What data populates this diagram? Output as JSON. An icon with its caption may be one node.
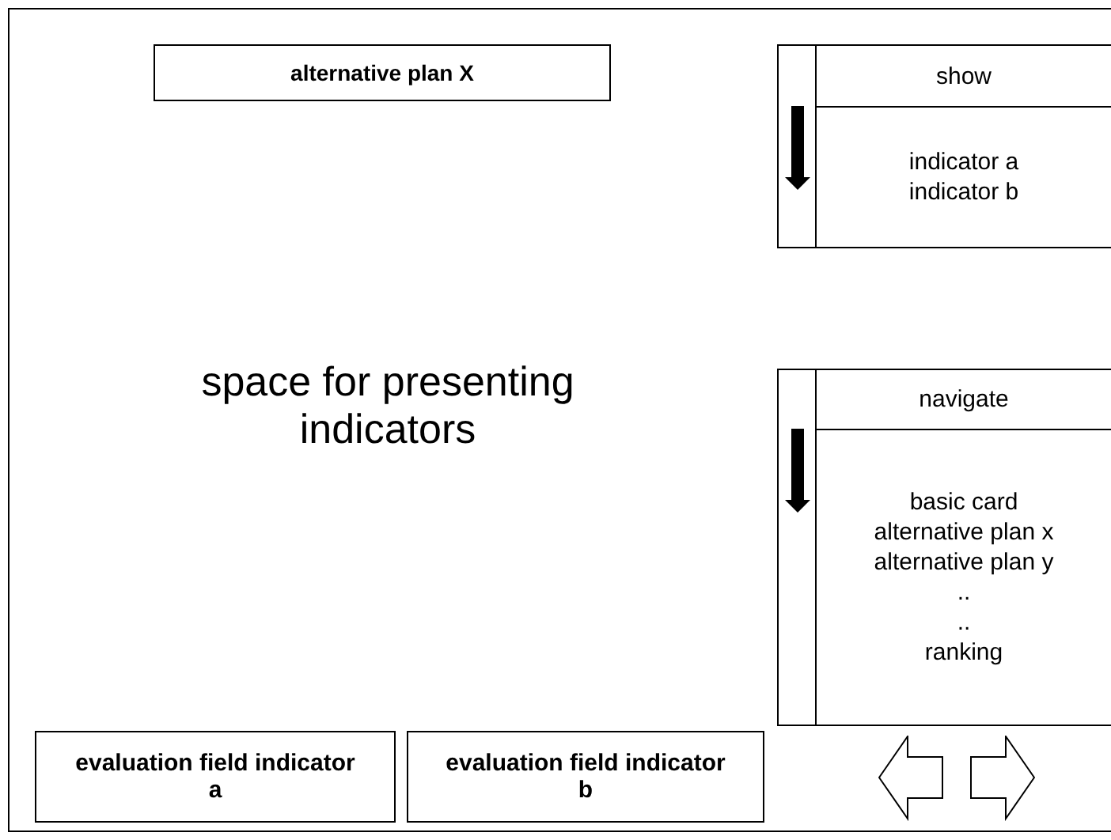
{
  "diagram": {
    "nodes": [
      {
        "text": [
          "alternative plan X"
        ]
      },
      {
        "text": [
          "show",
          "indicator a",
          "indicator b"
        ]
      },
      {
        "text": [
          "navigate",
          "basic card",
          "alternative plan x",
          "alternative plan y",
          "..",
          "..",
          "ranking"
        ]
      },
      {
        "text": [
          "evaluation field indicator a"
        ]
      },
      {
        "text": [
          "evaluation field indicator b"
        ]
      }
    ],
    "edges": [],
    "labels": [
      "space for presenting indicators"
    ]
  }
}
